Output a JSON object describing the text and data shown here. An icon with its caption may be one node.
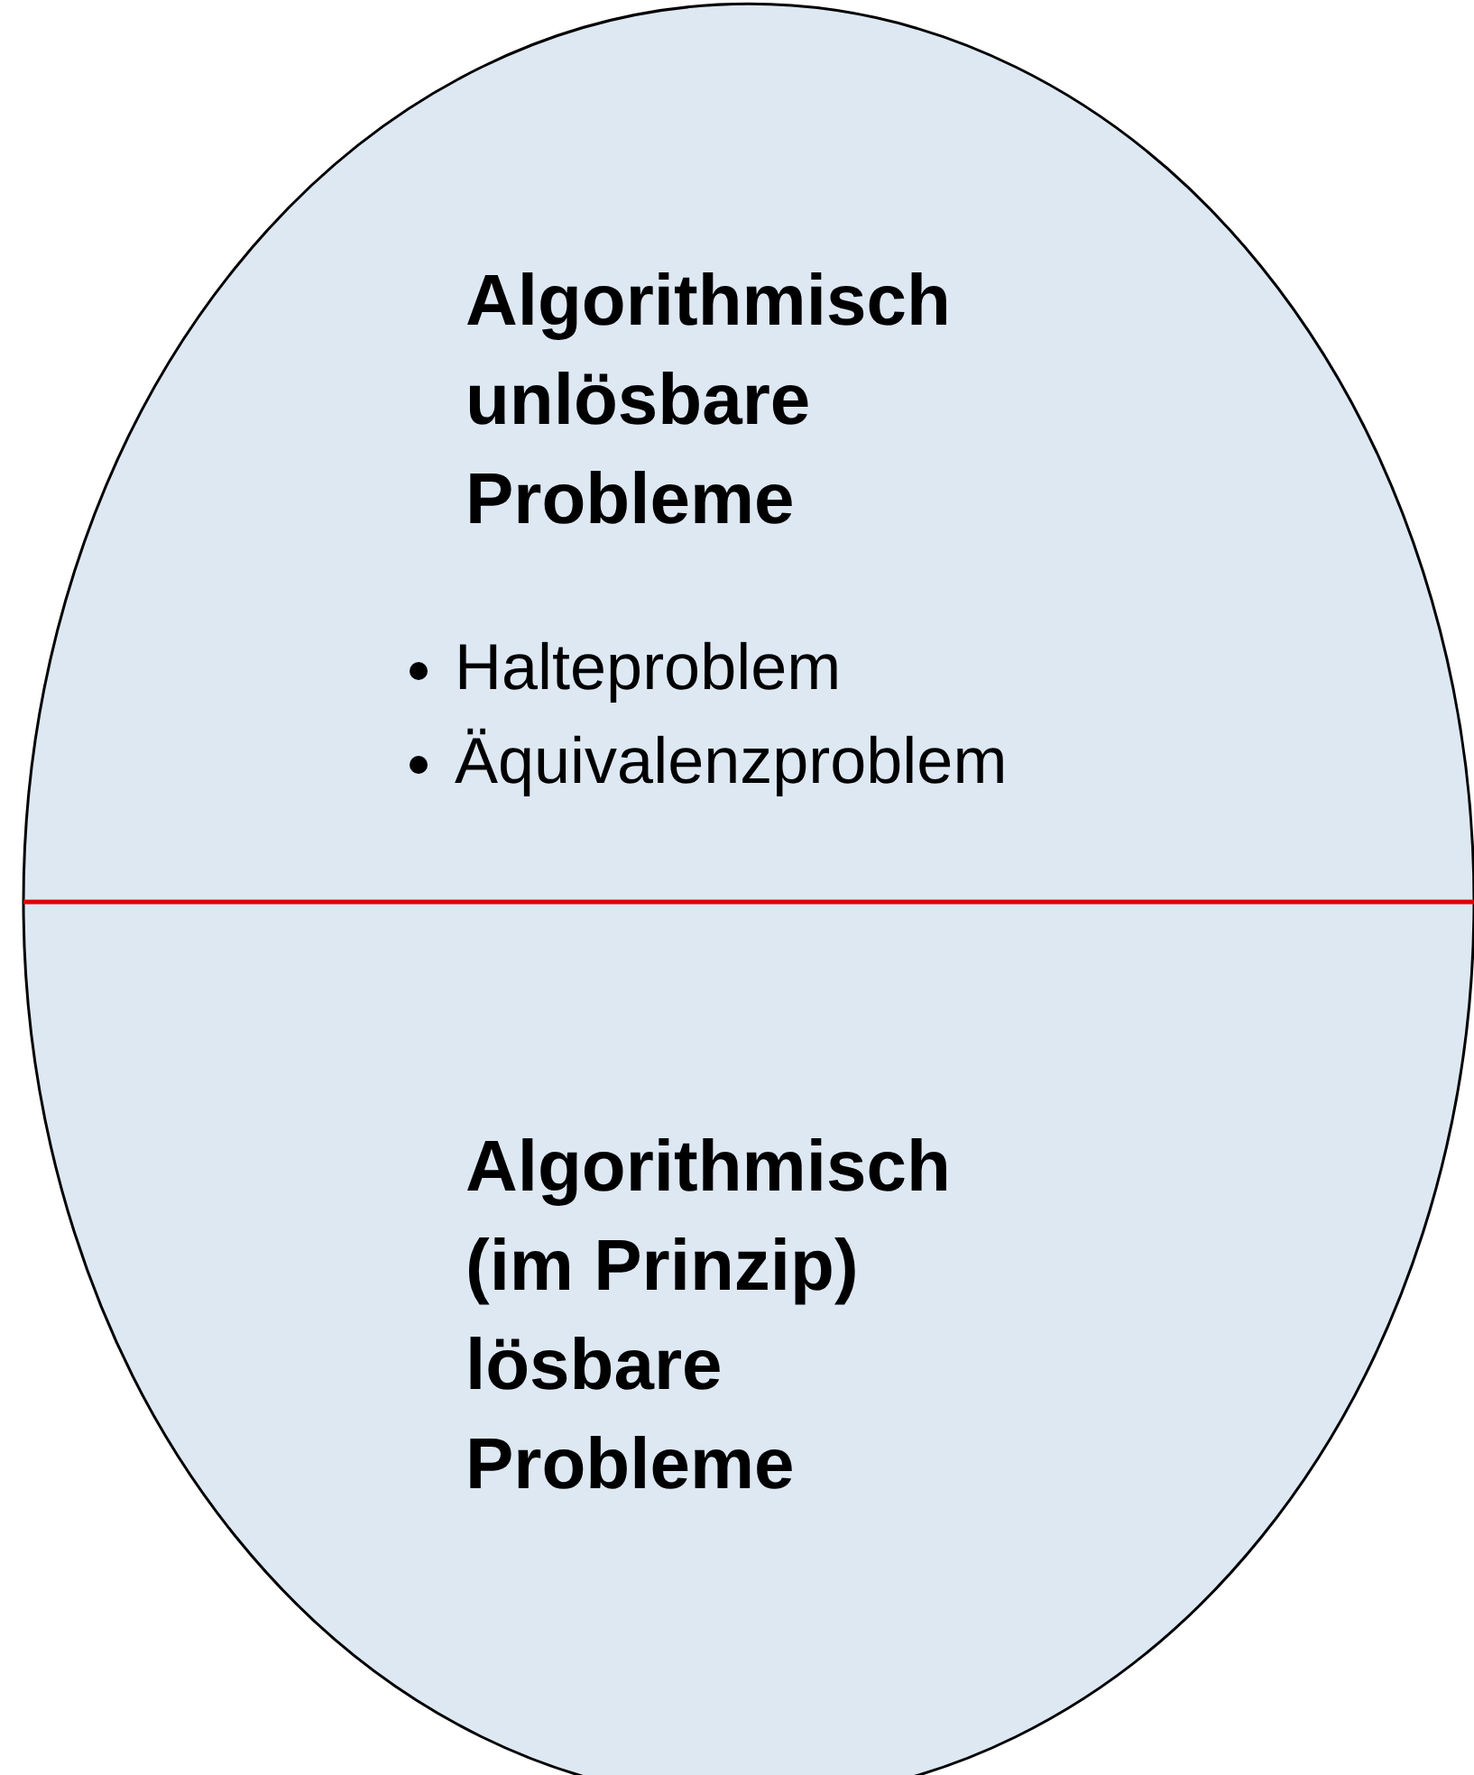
{
  "diagram": {
    "nodes": [
      {
        "text": [
          "Algorithmisch unlösbare Probleme",
          "Halteproblem",
          "Äquivalenzproblem"
        ]
      },
      {
        "text": [
          "Algorithmisch (im Prinzip) lösbare Probleme"
        ]
      }
    ],
    "edges": []
  }
}
